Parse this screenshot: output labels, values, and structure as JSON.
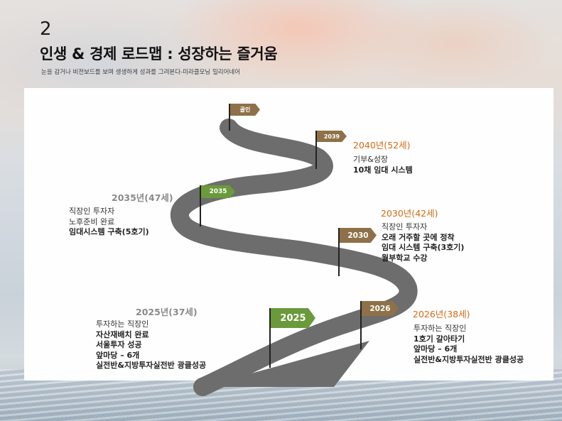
{
  "slide_number": "2",
  "title": "인생 & 경제 로드맵 : 성장하는 즐거움",
  "subtitle": "눈을 감거나 비전보드를 보며 생생하게 성과를 그려본다-미라클모닝 밀리어네어",
  "flags": {
    "goal": "골인",
    "f2039": "2039",
    "f2035": "2035",
    "f2030": "2030",
    "f2026": "2026",
    "f2025": "2025"
  },
  "milestones": {
    "y2040": {
      "year": "2040년(52세)",
      "lines": [
        "기부&성장",
        "10채 임대 시스템"
      ]
    },
    "y2035": {
      "year": "2035년(47세)",
      "lines": [
        "직장인 투자자",
        "노후준비 완료",
        "임대시스템 구축(5호기)"
      ]
    },
    "y2030": {
      "year": "2030년(42세)",
      "lines": [
        "직장인 투자자",
        "오래 거주할 곳에 정착",
        "임대 시스템 구축(3호기)",
        "월부학교 수강"
      ]
    },
    "y2025": {
      "year": "2025년(37세)",
      "lines": [
        "투자하는 직장인",
        "자산재배치 완료",
        "서울투자 성공",
        "앞마당 – 6개",
        "실전반&지방투자실전반 광클성공"
      ]
    },
    "y2026": {
      "year": "2026년(38세)",
      "lines": [
        "투자하는 직장인",
        "1호기 갈아타기",
        "앞마당 – 6개",
        "실전반&지방투자실전반 광클성공"
      ]
    }
  },
  "colors": {
    "road": "#6d6d6d",
    "flag_brown": "#8e7148",
    "flag_green": "#6a9a3c",
    "year_orange": "#d46a14",
    "year_gray": "#8a8a8a"
  }
}
